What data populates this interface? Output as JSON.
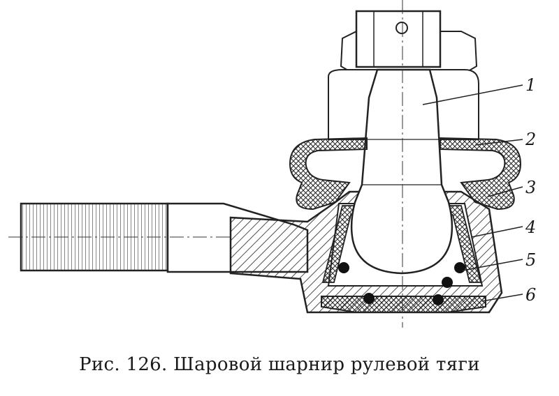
{
  "caption": "Рис. 126. Шаровой шарнир рулевой тяги",
  "callouts": [
    "1",
    "2",
    "3",
    "4",
    "5",
    "6"
  ]
}
